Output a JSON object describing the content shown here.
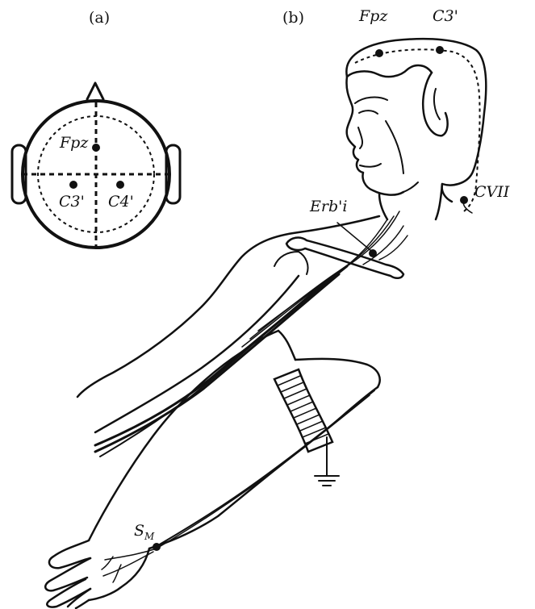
{
  "panels": {
    "a": {
      "label": "(a)"
    },
    "b": {
      "label": "(b)"
    }
  },
  "scalp_map": {
    "electrodes": [
      {
        "name": "Fpz"
      },
      {
        "name": "C3'"
      },
      {
        "name": "C4'"
      }
    ]
  },
  "figure": {
    "electrodes": {
      "fpz": "Fpz",
      "c3": "C3'",
      "cvii": "CVII",
      "erb": "Erb'i",
      "stim_main": "S",
      "stim_sub": "M"
    }
  }
}
